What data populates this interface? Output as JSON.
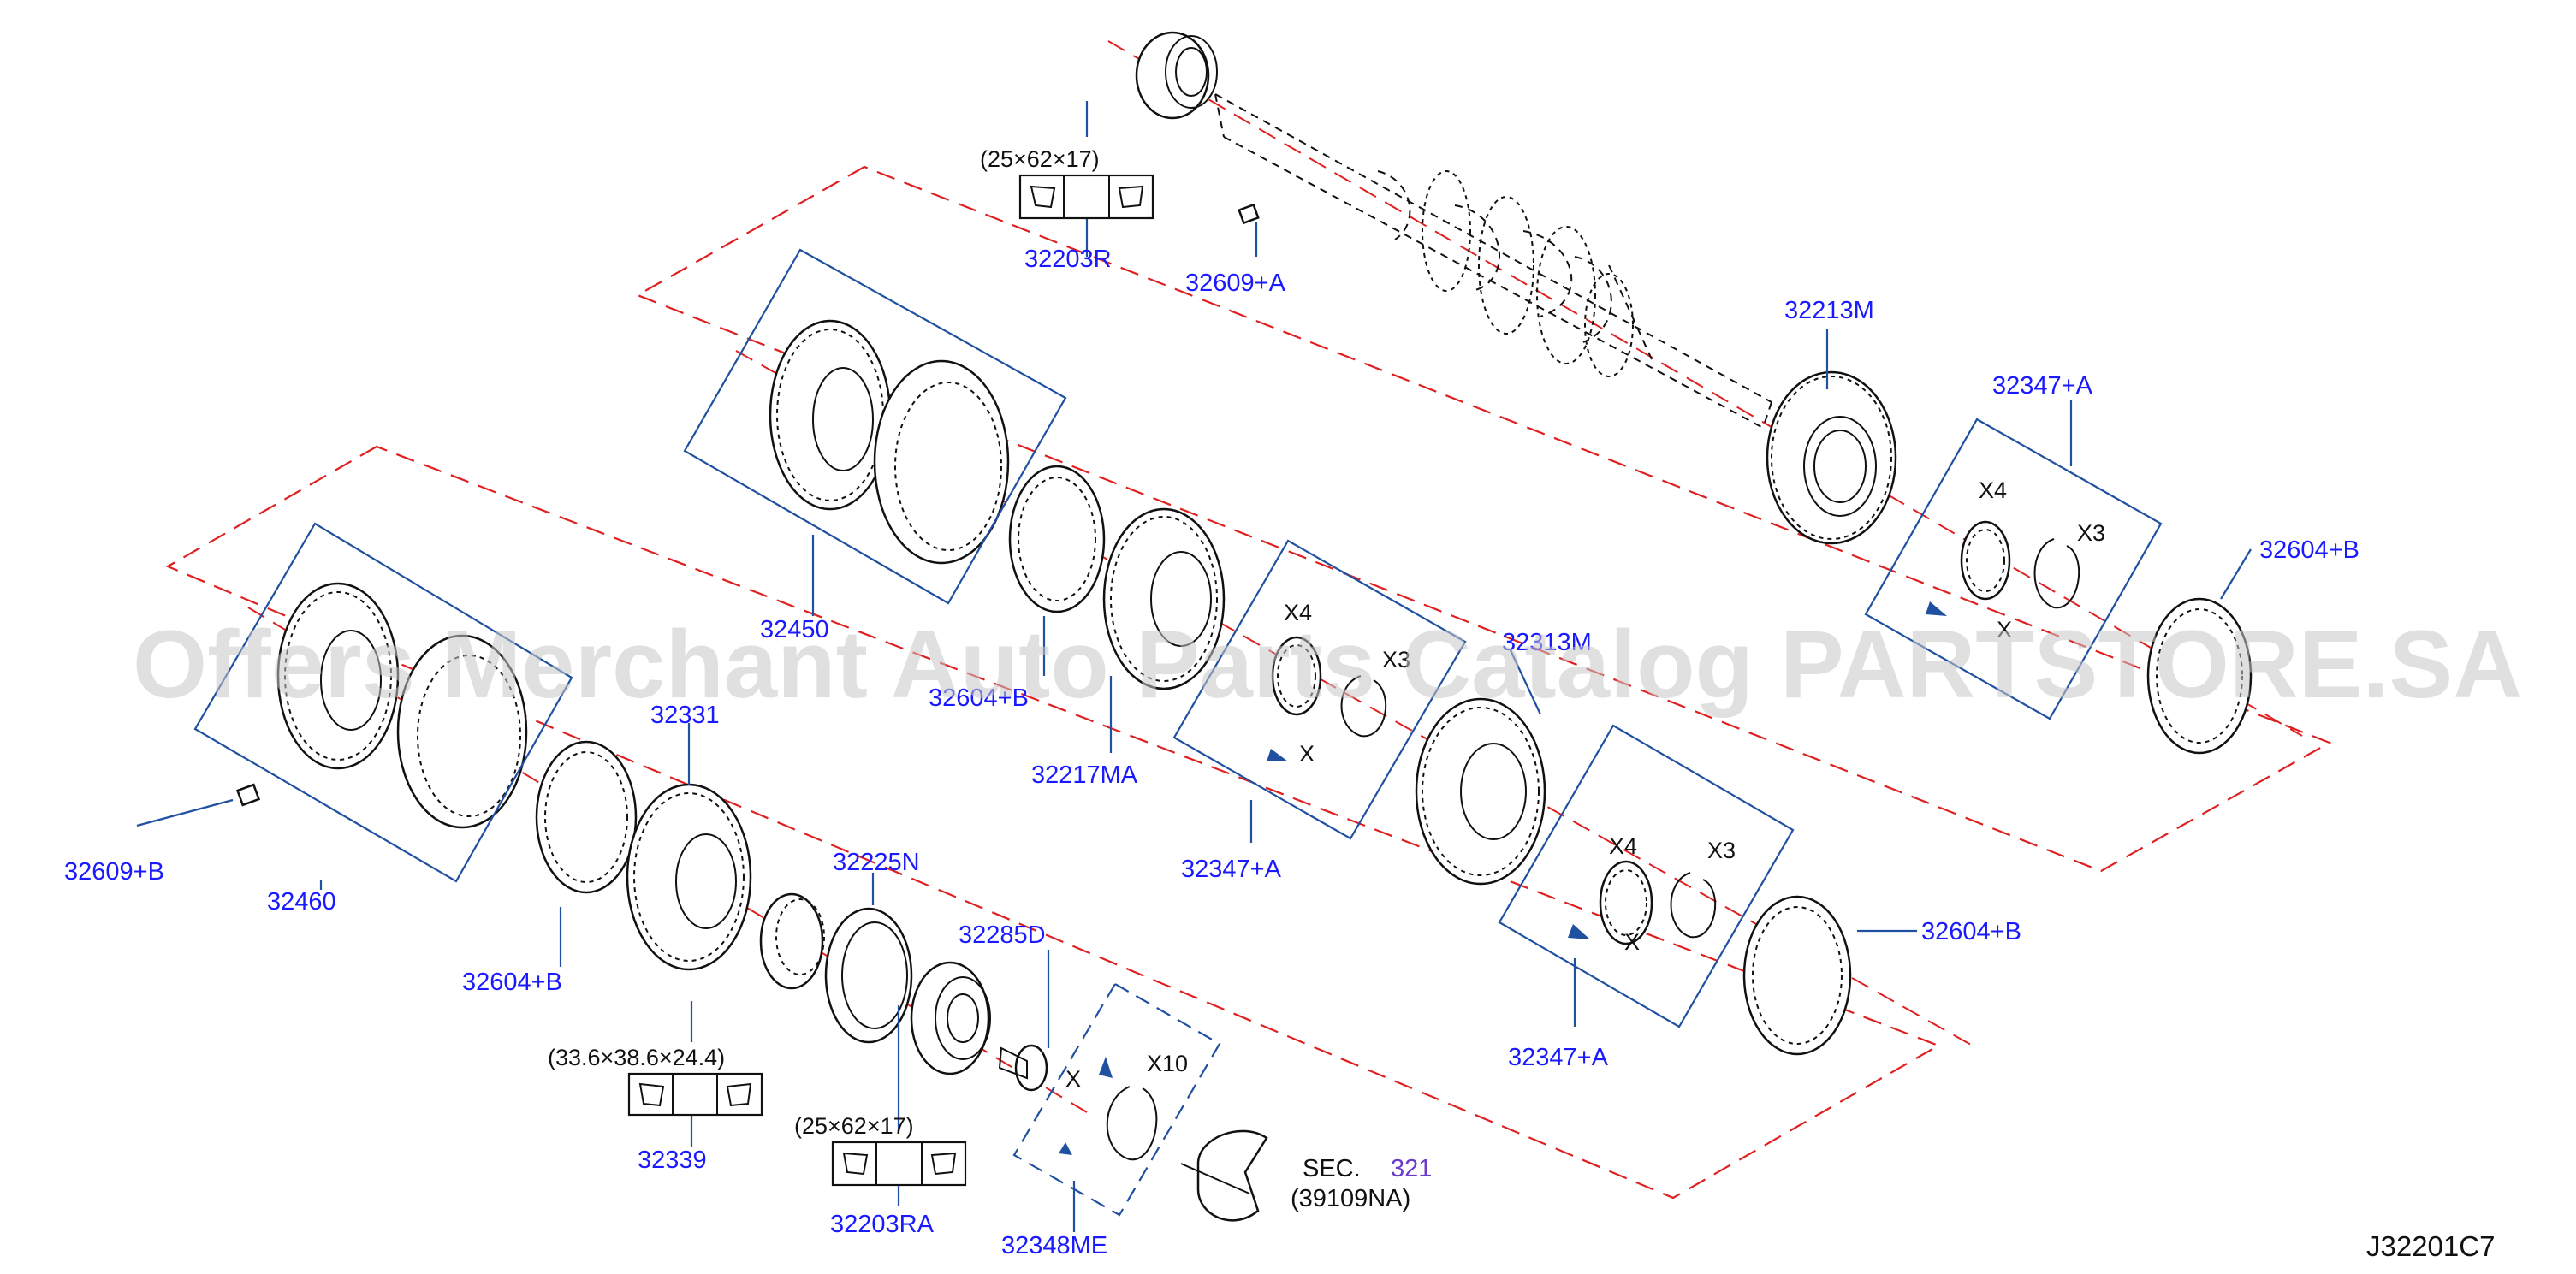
{
  "diagram": {
    "diagram_code": "J32201C7",
    "watermark": "Offers Merchant Auto Parts Catalog PARTSTORE.SA",
    "parts": [
      {
        "id": "p32203R",
        "label": "32203R",
        "dims": "(25×62×17)"
      },
      {
        "id": "p32609A",
        "label": "32609+A"
      },
      {
        "id": "p32213M",
        "label": "32213M"
      },
      {
        "id": "p32347A_top",
        "label": "32347+A"
      },
      {
        "id": "p32604B_right",
        "label": "32604+B"
      },
      {
        "id": "p32450",
        "label": "32450"
      },
      {
        "id": "p32604B_mid",
        "label": "32604+B"
      },
      {
        "id": "p32217MA",
        "label": "32217MA"
      },
      {
        "id": "p32347A_mid",
        "label": "32347+A"
      },
      {
        "id": "p32313M",
        "label": "32313M"
      },
      {
        "id": "p32460",
        "label": "32460"
      },
      {
        "id": "p32609B",
        "label": "32609+B"
      },
      {
        "id": "p32331",
        "label": "32331"
      },
      {
        "id": "p32604B_left",
        "label": "32604+B"
      },
      {
        "id": "p32225N",
        "label": "32225N"
      },
      {
        "id": "p32339",
        "label": "32339",
        "dims": "(33.6×38.6×24.4)"
      },
      {
        "id": "p32285D",
        "label": "32285D"
      },
      {
        "id": "p32203RA",
        "label": "32203RA",
        "dims": "(25×62×17)"
      },
      {
        "id": "p32348ME",
        "label": "32348ME"
      },
      {
        "id": "p32347A_low",
        "label": "32347+A"
      },
      {
        "id": "p32604B_low",
        "label": "32604+B"
      }
    ],
    "quantity_marks": {
      "x4": "X4",
      "x3": "X3",
      "x": "X",
      "x10": "X10"
    },
    "section_ref": {
      "sec": "SEC.",
      "number": "321",
      "part": "(39109NA)"
    }
  }
}
